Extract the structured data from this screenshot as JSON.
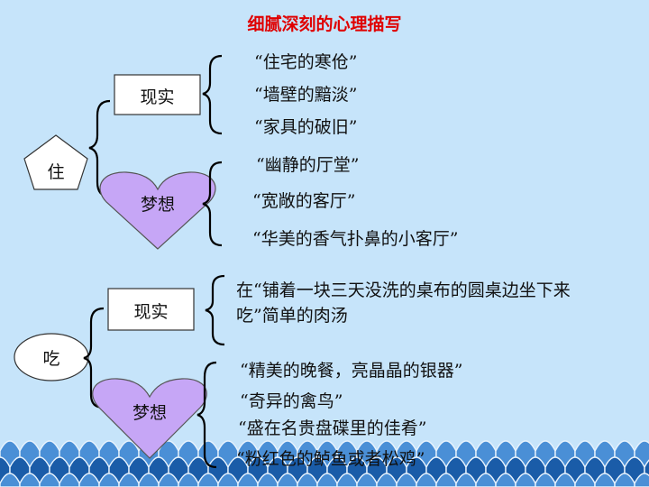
{
  "title": "细腻深刻的心理描写",
  "sections": [
    {
      "topic": "住",
      "reality_label": "现实",
      "reality_items": [
        "“住宅的寒伧”",
        "“墙壁的黯淡”",
        "“家具的破旧”"
      ],
      "dream_label": "梦想",
      "dream_items": [
        "“幽静的厅堂”",
        "“宽敞的客厅”",
        "“华美的香气扑鼻的小客厅”"
      ]
    },
    {
      "topic": "吃",
      "reality_label": "现实",
      "reality_text": "在“铺着一块三天没洗的桌布的圆桌边坐下来吃”简单的肉汤",
      "dream_label": "梦想",
      "dream_items": [
        "“精美的晚餐，亮晶晶的银器”",
        "“奇异的禽鸟”",
        "“盛在名贵盘碟里的佳肴”",
        "“粉红色的鲈鱼或者松鸡”"
      ]
    }
  ],
  "colors": {
    "background": "#c6e4fa",
    "title": "#e00000",
    "heart": "#c6a6f6",
    "wave_dark": "#1a5ca8",
    "wave_light": "#4a8fd6"
  }
}
